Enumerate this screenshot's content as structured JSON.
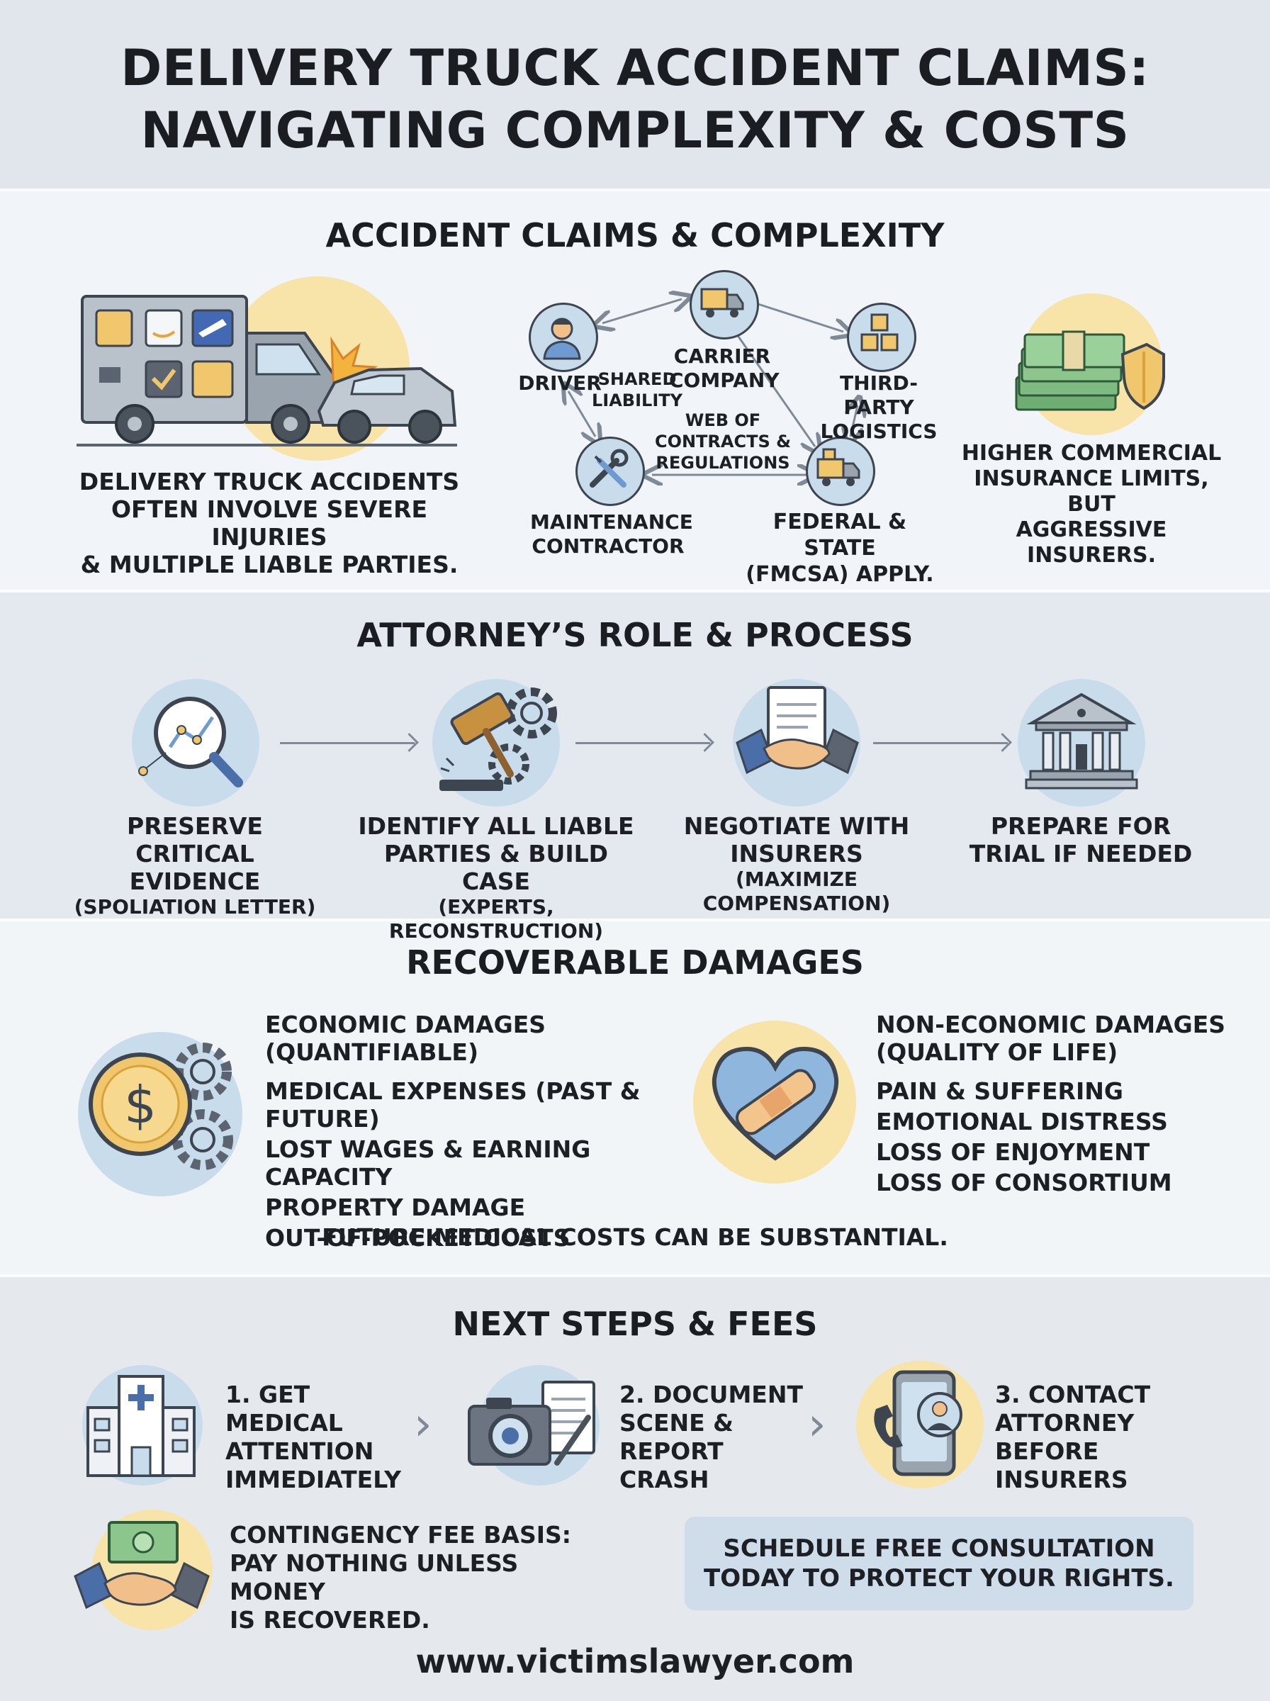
{
  "title": {
    "line1": "DELIVERY TRUCK ACCIDENT CLAIMS:",
    "line2": "NAVIGATING COMPLEXITY & COSTS"
  },
  "section1": {
    "heading": "ACCIDENT CLAIMS & COMPLEXITY",
    "left_caption": [
      "DELIVERY TRUCK ACCIDENTS",
      "OFTEN INVOLVE SEVERE INJURIES",
      "& MULTIPLE LIABLE PARTIES."
    ],
    "web": {
      "driver": "DRIVER",
      "carrier": [
        "CARRIER",
        "COMPANY"
      ],
      "third_party": [
        "THIRD-PARTY",
        "LOGISTICS"
      ],
      "shared": [
        "SHARED",
        "LIABILITY"
      ],
      "center": [
        "WEB OF",
        "CONTRACTS &",
        "REGULATIONS"
      ],
      "maintenance": [
        "MAINTENANCE",
        "CONTRACTOR"
      ],
      "federal": [
        "FEDERAL & STATE",
        "(FMCSA) APPLY."
      ]
    },
    "right_caption": [
      "HIGHER COMMERCIAL",
      "INSURANCE LIMITS, BUT",
      "AGGRESSIVE INSURERS."
    ]
  },
  "section2": {
    "heading": "ATTORNEY’S ROLE & PROCESS",
    "steps": [
      {
        "icon": "magnifier-chart-icon",
        "title": [
          "PRESERVE CRITICAL",
          "EVIDENCE"
        ],
        "sub": "(SPOLIATION LETTER)"
      },
      {
        "icon": "gavel-gear-icon",
        "title": [
          "IDENTIFY ALL LIABLE",
          "PARTIES & BUILD CASE"
        ],
        "sub": "(EXPERTS, RECONSTRUCTION)"
      },
      {
        "icon": "handshake-document-icon",
        "title": [
          "NEGOTIATE WITH",
          "INSURERS"
        ],
        "sub": "(MAXIMIZE COMPENSATION)"
      },
      {
        "icon": "courthouse-icon",
        "title": [
          "PREPARE FOR",
          "TRIAL IF NEEDED"
        ],
        "sub": ""
      }
    ]
  },
  "section3": {
    "heading": "RECOVERABLE DAMAGES",
    "economic": {
      "heading": [
        "ECONOMIC DAMAGES",
        "(QUANTIFIABLE)"
      ],
      "items": [
        "MEDICAL EXPENSES (PAST & FUTURE)",
        "LOST WAGES & EARNING CAPACITY",
        "PROPERTY DAMAGE",
        "OUT-OF-POCKET COSTS"
      ]
    },
    "non_economic": {
      "heading": [
        "NON-ECONOMIC DAMAGES",
        "(QUALITY OF LIFE)"
      ],
      "items": [
        "PAIN & SUFFERING",
        "EMOTIONAL DISTRESS",
        "LOSS OF ENJOYMENT",
        "LOSS OF CONSORTIUM"
      ]
    },
    "footnote": "FUTURE MEDICAL COSTS CAN BE SUBSTANTIAL."
  },
  "section4": {
    "heading": "NEXT STEPS & FEES",
    "steps": [
      [
        "1. GET MEDICAL",
        "ATTENTION",
        "IMMEDIATELY"
      ],
      [
        "2. DOCUMENT",
        "SCENE &",
        "REPORT CRASH"
      ],
      [
        "3. CONTACT",
        "ATTORNEY",
        "BEFORE INSURERS"
      ]
    ],
    "fee": [
      "CONTINGENCY FEE BASIS:",
      "PAY NOTHING UNLESS MONEY",
      "IS RECOVERED."
    ],
    "cta": [
      "SCHEDULE FREE CONSULTATION",
      "TODAY TO PROTECT YOUR RIGHTS."
    ]
  },
  "footer_url": "www.victimslawyer.com",
  "colors": {
    "accent_blue": "#c9dcec",
    "accent_yellow": "#f8e3a8",
    "text": "#1a1d22"
  }
}
